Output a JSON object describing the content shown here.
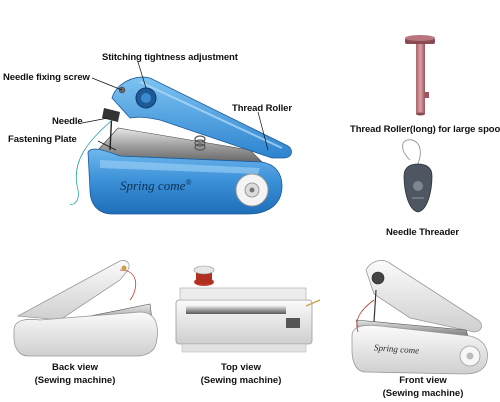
{
  "main_product": {
    "brand": "Spring come",
    "brand_mark": "®",
    "labels": {
      "stitching": "Stitching tightness adjustment",
      "needle_screw": "Needle fixing screw",
      "needle": "Needle",
      "plate": "Fastening Plate",
      "roller": "Thread Roller"
    },
    "color": "#3a8fd6"
  },
  "accessories": {
    "roller_long": "Thread Roller(long) for large spool",
    "threader": "Needle Threader"
  },
  "views": [
    {
      "title": "Back view",
      "subtitle": "(Sewing machine)"
    },
    {
      "title": "Top view",
      "subtitle": "(Sewing machine)"
    },
    {
      "title": "Front view",
      "subtitle": "(Sewing machine)",
      "brand": "Spring come"
    }
  ]
}
